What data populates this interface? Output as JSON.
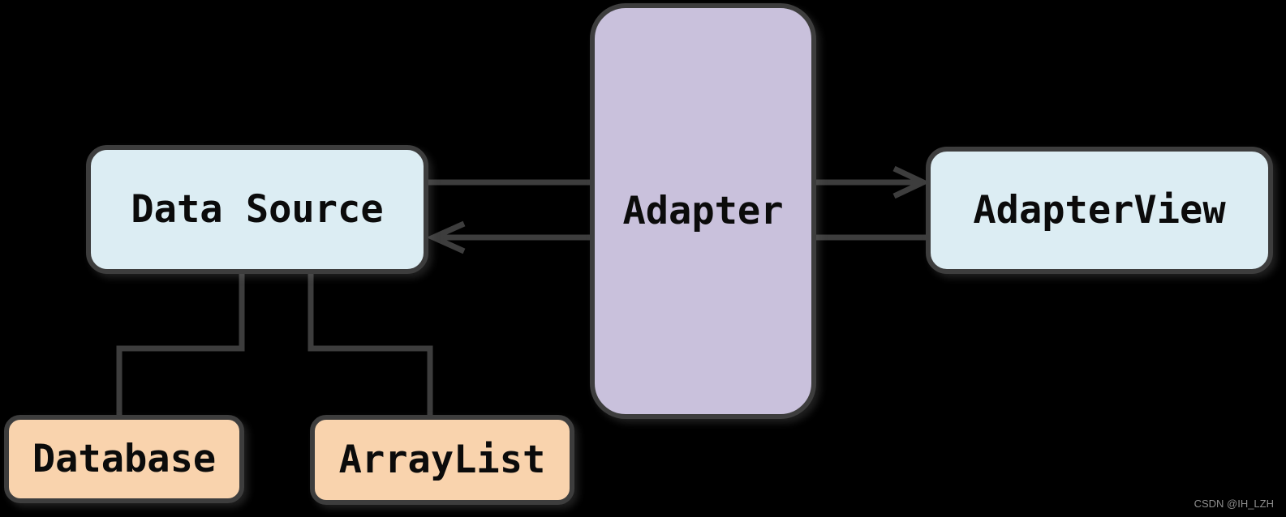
{
  "diagram": {
    "background_color": "#000000",
    "stroke_color": "#3d3d3d",
    "text_color": "#0b0b0b",
    "nodes": [
      {
        "id": "data_source",
        "label": "Data Source",
        "fill": "#dcedf3"
      },
      {
        "id": "adapter",
        "label": "Adapter",
        "fill": "#c9c1dc"
      },
      {
        "id": "adapter_view",
        "label": "AdapterView",
        "fill": "#dcedf3"
      },
      {
        "id": "database",
        "label": "Database",
        "fill": "#f9d3ad"
      },
      {
        "id": "array_list",
        "label": "ArrayList",
        "fill": "#f9d3ad"
      }
    ],
    "edges": [
      {
        "from": "data_source",
        "to": "adapter_view",
        "via": "adapter",
        "arrowhead": "at-adapter_view"
      },
      {
        "from": "adapter_view",
        "to": "data_source",
        "via": "adapter",
        "arrowhead": "at-data_source"
      },
      {
        "from": "data_source",
        "to": "database",
        "arrowhead": "none"
      },
      {
        "from": "data_source",
        "to": "array_list",
        "arrowhead": "none"
      }
    ]
  },
  "watermark": {
    "text": "CSDN @IH_LZH",
    "color": "#8f8f8f"
  }
}
